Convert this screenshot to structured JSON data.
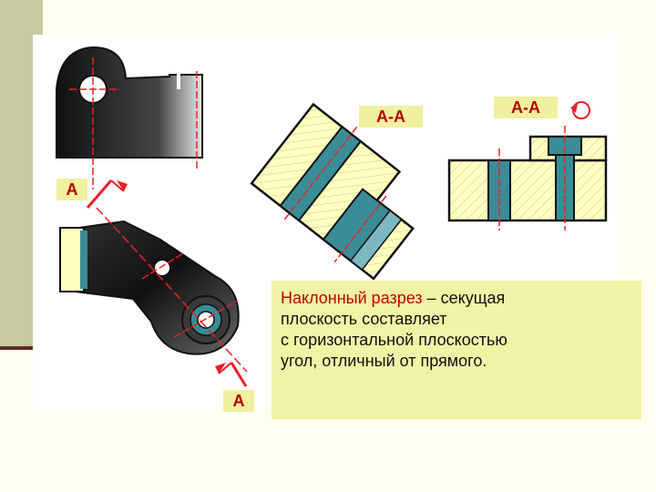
{
  "labels": {
    "section_mid": "А-А",
    "section_right": "А-А",
    "cut_top": "А",
    "cut_bottom": "А"
  },
  "caption": {
    "term": "Наклонный разрез",
    "line1_rest": " – секущая",
    "line2": "плоскость составляет",
    "line3": "с горизонтальной плоскостью",
    "line4": "угол, отличный от прямого."
  },
  "colors": {
    "background": "#FFFFF0",
    "side_stripe": "#C8C8A2",
    "label_bg": "#F0F0A0",
    "label_text": "#B00000",
    "accent_red": "#E8202A",
    "hatch_fill": "#FFFFC0",
    "bore_fill": "#3A8C96"
  }
}
